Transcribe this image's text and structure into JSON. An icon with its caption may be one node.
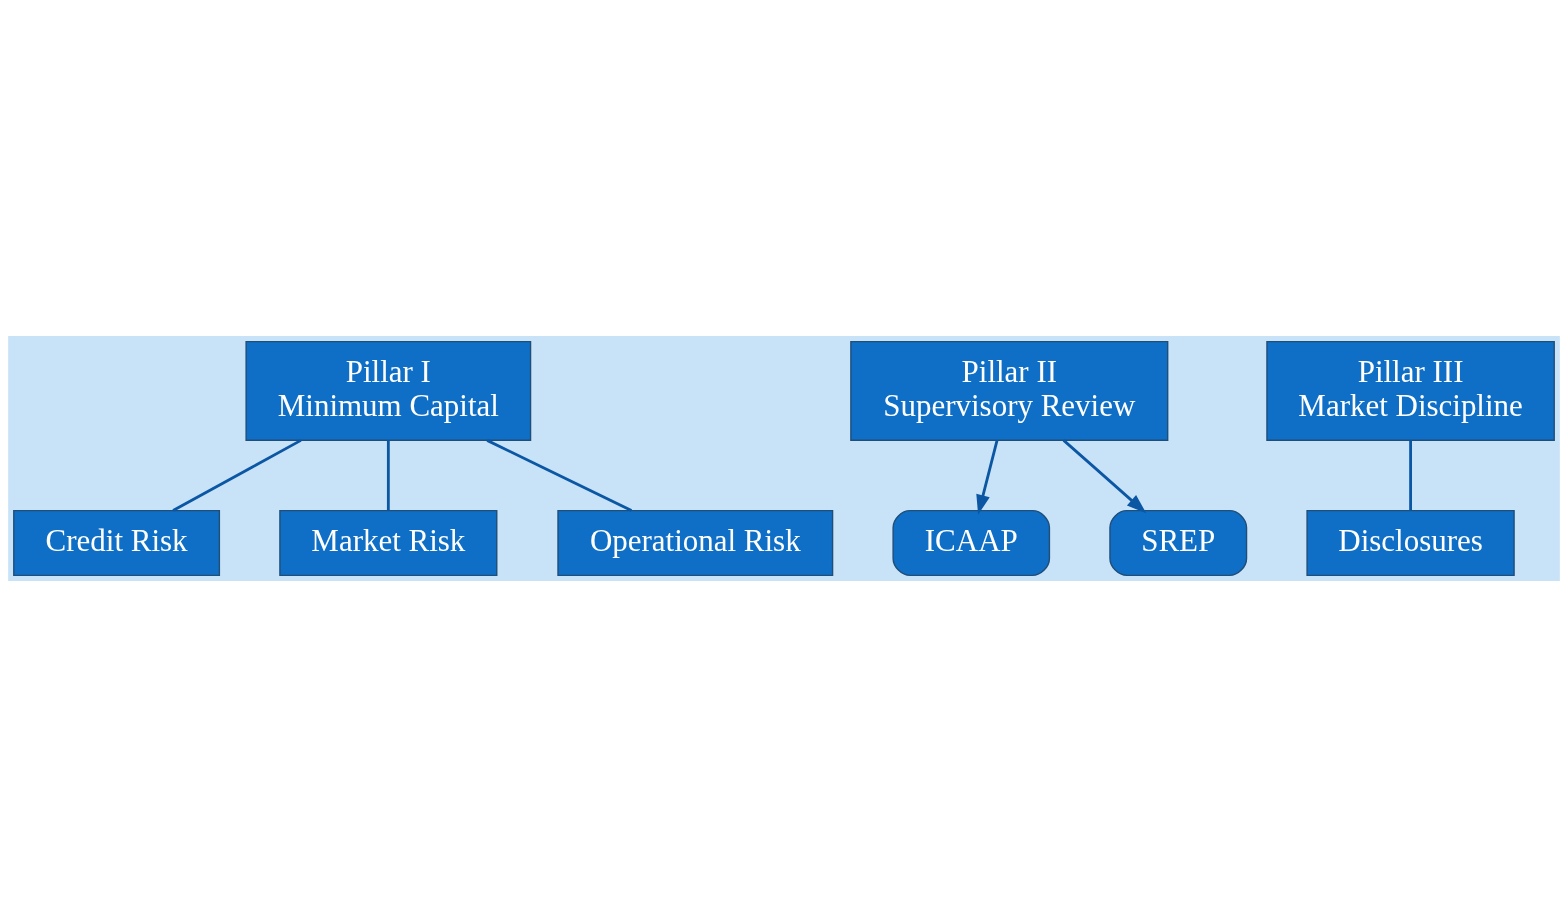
{
  "diagram": {
    "nodes": [
      {
        "text": [
          "Pillar I",
          "Minimum Capital"
        ]
      },
      {
        "text": [
          "Credit Risk"
        ]
      },
      {
        "text": [
          "Market Risk"
        ]
      },
      {
        "text": [
          "Operational Risk"
        ]
      },
      {
        "text": [
          "Pillar II",
          "Supervisory Review"
        ]
      },
      {
        "text": [
          "ICAAP"
        ]
      },
      {
        "text": [
          "SREP"
        ]
      },
      {
        "text": [
          "Pillar III",
          "Market Discipline"
        ]
      },
      {
        "text": [
          "Disclosures"
        ]
      }
    ],
    "edges": [
      {
        "from": 0,
        "to": 1,
        "arrow": "none"
      },
      {
        "from": 0,
        "to": 2,
        "arrow": "none"
      },
      {
        "from": 0,
        "to": 3,
        "arrow": "none"
      },
      {
        "from": 4,
        "to": 5,
        "arrow": "to"
      },
      {
        "from": 4,
        "to": 6,
        "arrow": "to"
      },
      {
        "from": 7,
        "to": 8,
        "arrow": "none"
      }
    ]
  }
}
